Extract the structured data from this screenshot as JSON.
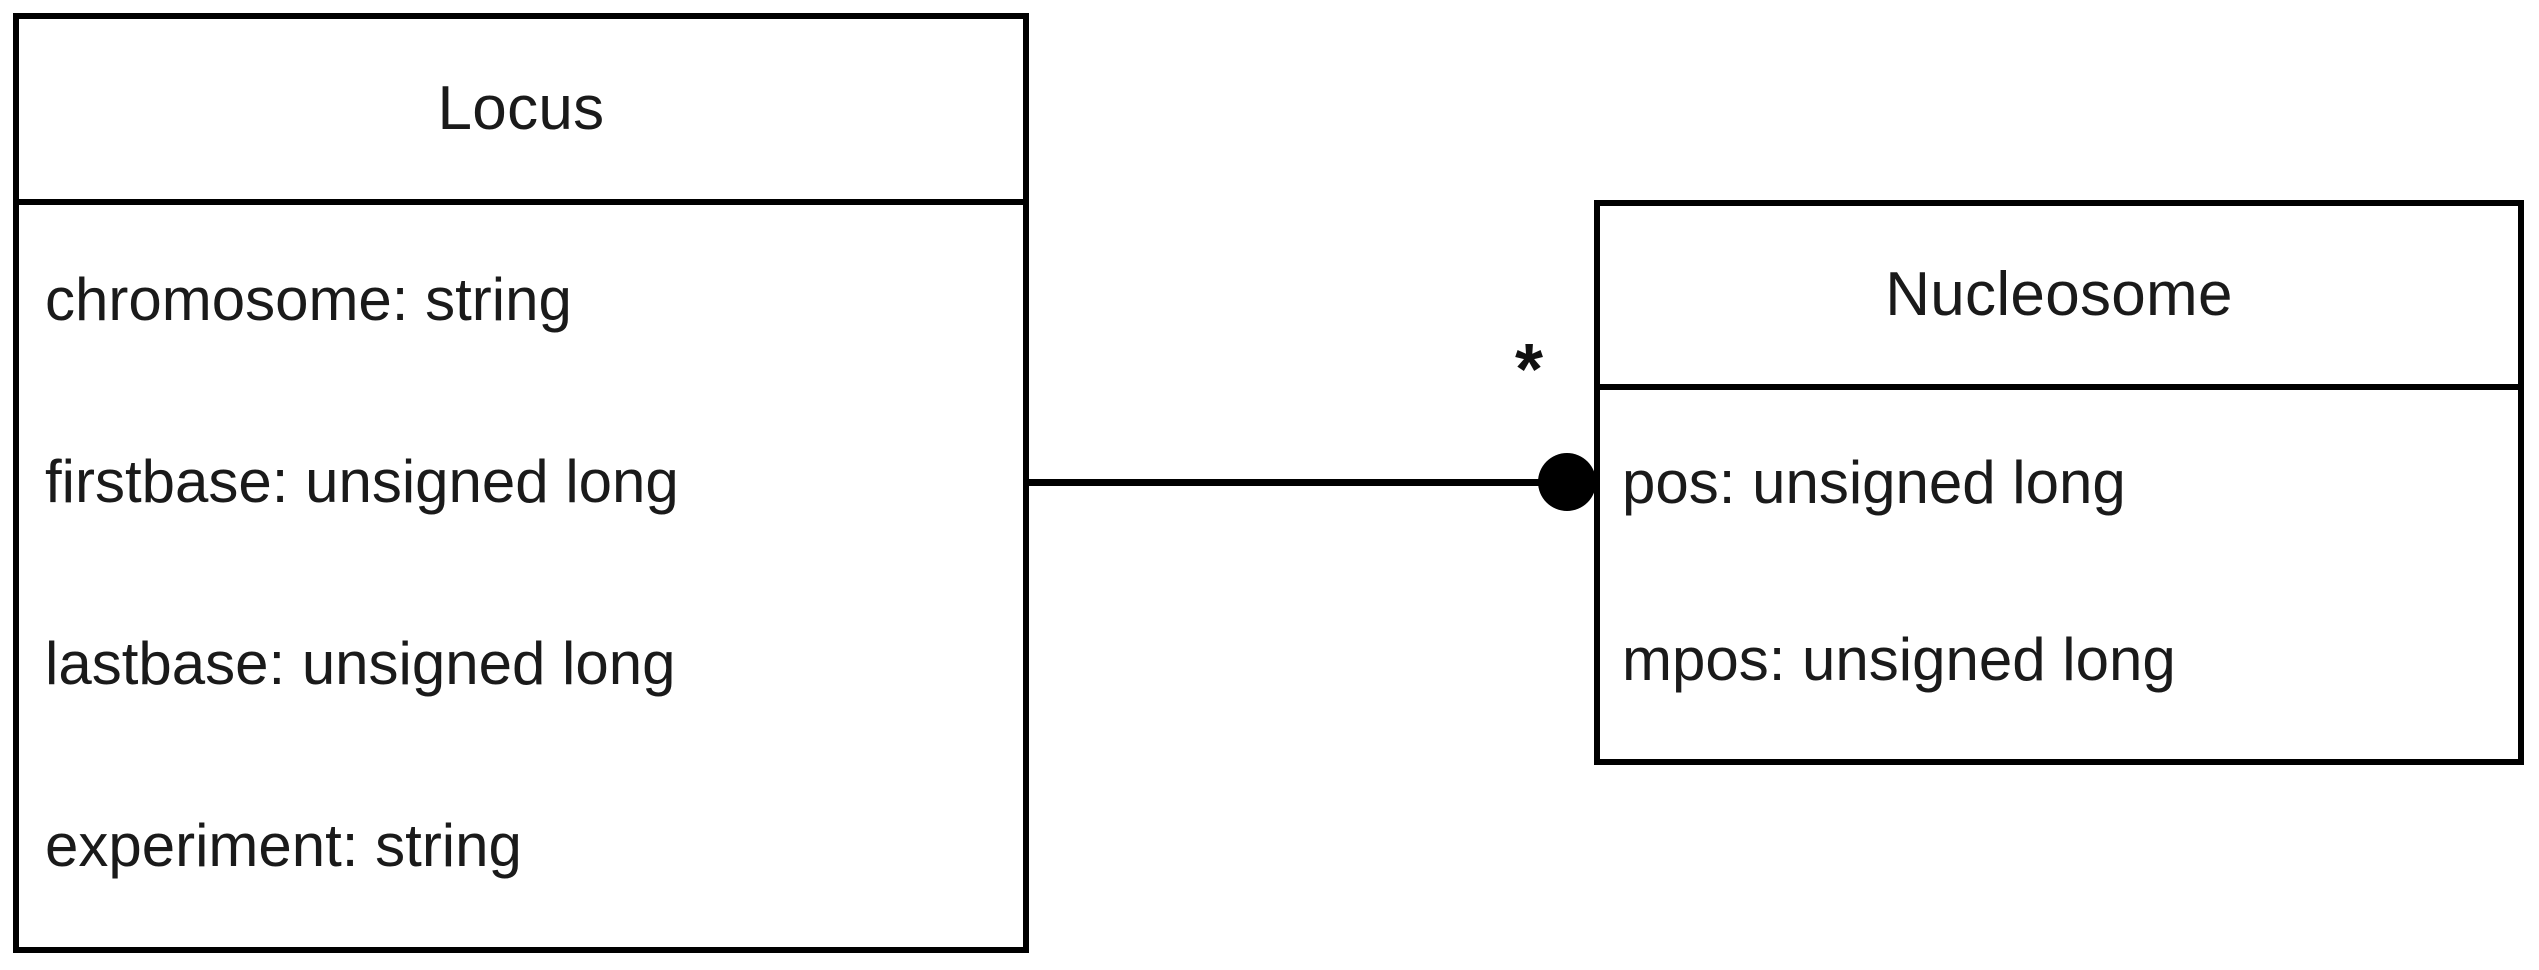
{
  "diagram": {
    "type": "uml-class-diagram",
    "background_color": "#ffffff",
    "line_color": "#000000",
    "text_color": "#1a1a1a"
  },
  "classes": [
    {
      "id": "locus",
      "name": "Locus",
      "attributes": [
        "chromosome: string",
        "firstbase: unsigned long",
        "lastbase: unsigned long",
        "experiment: string"
      ]
    },
    {
      "id": "nucleosome",
      "name": "Nucleosome",
      "attributes": [
        "pos: unsigned long",
        "mpos: unsigned long"
      ]
    }
  ],
  "association": {
    "source": "Locus",
    "target": "Nucleosome",
    "end_marker": "filled-circle",
    "multiplicity_label": "*"
  }
}
